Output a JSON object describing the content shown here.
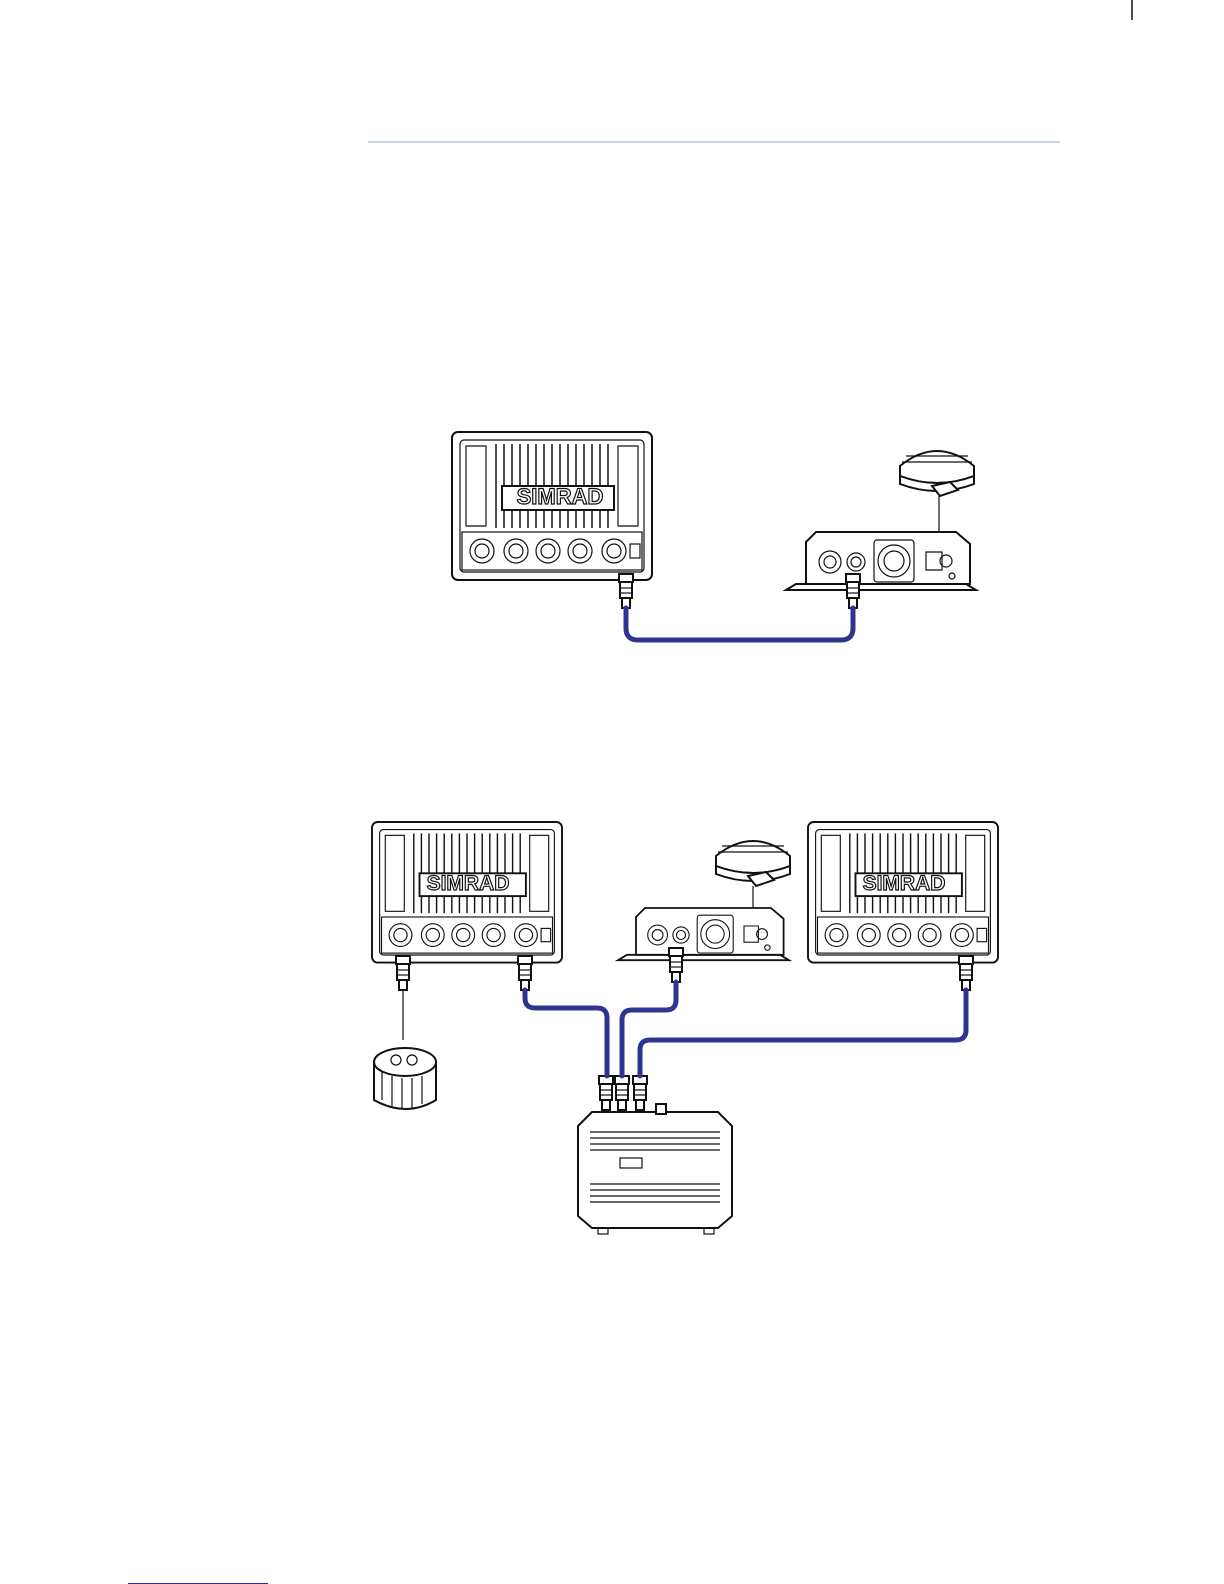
{
  "brand_label": "SIMRAD",
  "colors": {
    "cable": "#2f3490",
    "rule": "#c7d3e4"
  },
  "diagrams": [
    {
      "name": "single-display-radar",
      "devices": [
        "display",
        "radar-interface",
        "radar-dome"
      ]
    },
    {
      "name": "dual-display-network",
      "devices": [
        "display-left",
        "display-right",
        "radar-interface",
        "radar-dome",
        "ethernet-switch",
        "sounder-transducer"
      ]
    }
  ]
}
